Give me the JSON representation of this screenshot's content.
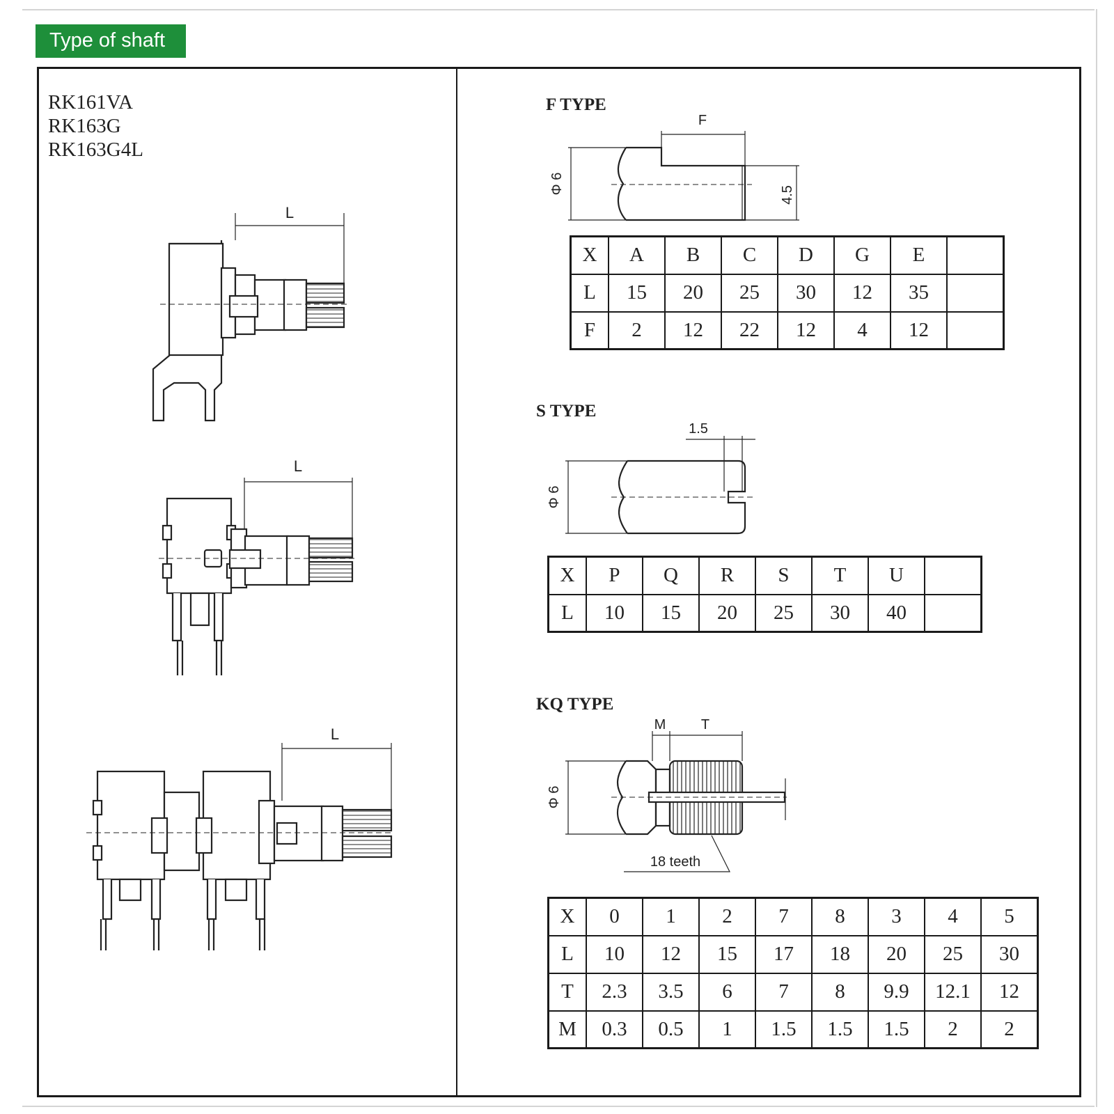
{
  "banner": {
    "title": "Type of shaft",
    "color": "#1e8f3a"
  },
  "models": [
    "RK161VA",
    "RK163G",
    "RK163G4L"
  ],
  "left_drawings": {
    "dim_label": "L"
  },
  "f_type": {
    "title": "F TYPE",
    "dim_f": "F",
    "dim_dia": "Φ 6",
    "dim_flat": "4.5",
    "table": [
      [
        "X",
        "A",
        "B",
        "C",
        "D",
        "G",
        "E",
        ""
      ],
      [
        "L",
        "15",
        "20",
        "25",
        "30",
        "12",
        "35",
        ""
      ],
      [
        "F",
        "2",
        "12",
        "22",
        "12",
        "4",
        "12",
        ""
      ]
    ]
  },
  "s_type": {
    "title": "S TYPE",
    "dim_slot": "1.5",
    "dim_dia": "Φ 6",
    "table": [
      [
        "X",
        "P",
        "Q",
        "R",
        "S",
        "T",
        "U",
        ""
      ],
      [
        "L",
        "10",
        "15",
        "20",
        "25",
        "30",
        "40",
        ""
      ]
    ]
  },
  "kq_type": {
    "title": "KQ TYPE",
    "dim_m": "M",
    "dim_t": "T",
    "dim_dia": "Φ 6",
    "teeth_label": "18 teeth",
    "table": [
      [
        "X",
        "0",
        "1",
        "2",
        "7",
        "8",
        "3",
        "4",
        "5"
      ],
      [
        "L",
        "10",
        "12",
        "15",
        "17",
        "18",
        "20",
        "25",
        "30"
      ],
      [
        "T",
        "2.3",
        "3.5",
        "6",
        "7",
        "8",
        "9.9",
        "12.1",
        "12"
      ],
      [
        "M",
        "0.3",
        "0.5",
        "1",
        "1.5",
        "1.5",
        "1.5",
        "2",
        "2"
      ]
    ]
  }
}
